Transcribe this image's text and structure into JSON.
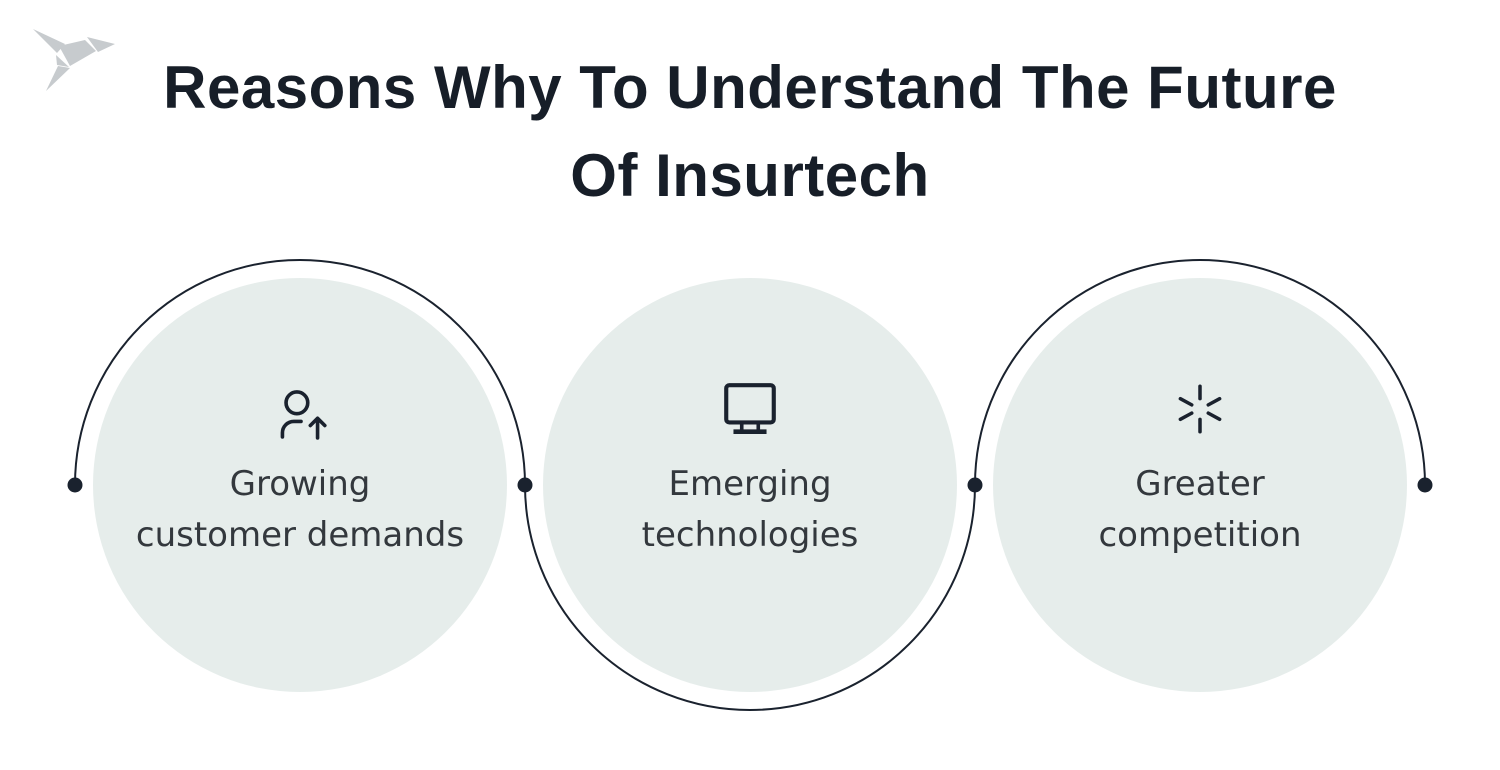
{
  "title": {
    "line1": "Reasons Why To Understand The Future",
    "line2": "Of Insurtech"
  },
  "logo": {
    "name": "origami-bird-logo",
    "color": "#c7cbce"
  },
  "circles": [
    {
      "id": "growing-customer-demands",
      "icon": "user-growth-icon",
      "label": "Growing\ncustomer demands"
    },
    {
      "id": "emerging-technologies",
      "icon": "monitor-icon",
      "label": "Emerging\ntechnologies"
    },
    {
      "id": "greater-competition",
      "icon": "spark-icon",
      "label": "Greater\ncompetition"
    }
  ],
  "colors": {
    "background": "#ffffff",
    "circle_fill": "#e6edeb",
    "connector_line": "#1a222e",
    "title_text": "#171e28",
    "label_text": "#33383d",
    "icon_stroke": "#1a222e"
  }
}
